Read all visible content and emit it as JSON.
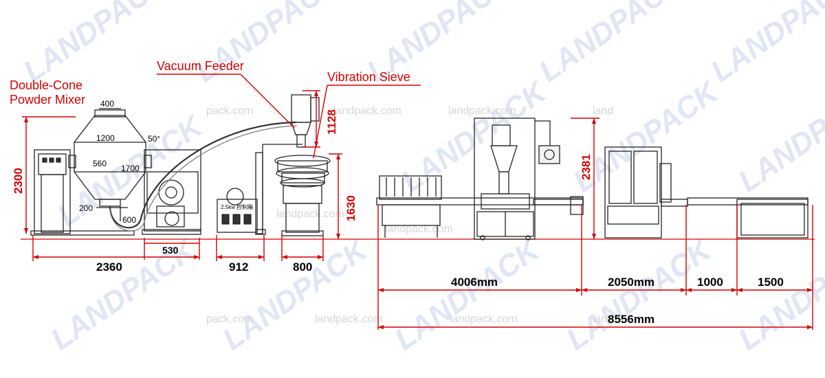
{
  "watermark": {
    "brand": "LANDPACK",
    "site_text": "landpack.com",
    "site_text_partial_1": "pack.com",
    "site_text_partial_2": "land"
  },
  "labels": {
    "mixer": [
      "Double-Cone",
      "Powder Mixer"
    ],
    "vacuum_feeder": "Vacuum Feeder",
    "vibration_sieve": "Vibration Sieve"
  },
  "mixer_dims": {
    "top_width": "400",
    "cone_width": "1200",
    "angle": "50°",
    "inner_width": "560",
    "side_height": "1700",
    "outlet_width": "200",
    "outlet_offset": "600"
  },
  "vertical_dims": {
    "mixer_height": "2300",
    "feeder_height": "1128",
    "sieve_height": "1630",
    "filler_height": "2381"
  },
  "horizontal_dims": {
    "mixer_total": "2360",
    "mixer_motor": "530",
    "feeder_base": "912",
    "sieve_base": "800",
    "seg1": "4006mm",
    "seg2": "2050mm",
    "seg3": "1000",
    "seg4": "1500",
    "total": "8556mm"
  },
  "feeder_panel_text": "2.5kw 控制箱",
  "colors": {
    "dimension_red": "#d40000",
    "watermark_blue": "#c9d3ee",
    "line": "#222222"
  }
}
